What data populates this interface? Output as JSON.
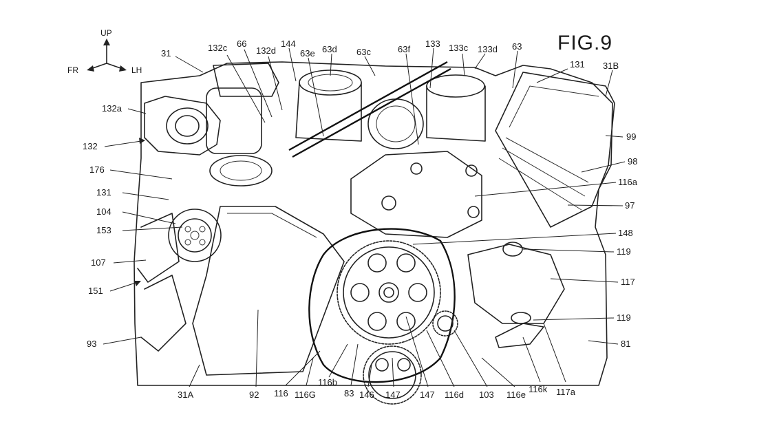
{
  "figure_title": "FIG.9",
  "orientation": {
    "up": "UP",
    "front": "FR",
    "left": "LH"
  },
  "labels": [
    {
      "id": "31",
      "text": "31"
    },
    {
      "id": "132c",
      "text": "132c"
    },
    {
      "id": "66",
      "text": "66"
    },
    {
      "id": "132d",
      "text": "132d"
    },
    {
      "id": "144",
      "text": "144"
    },
    {
      "id": "63e",
      "text": "63e"
    },
    {
      "id": "63d",
      "text": "63d"
    },
    {
      "id": "63c",
      "text": "63c"
    },
    {
      "id": "63f",
      "text": "63f"
    },
    {
      "id": "133",
      "text": "133"
    },
    {
      "id": "133c",
      "text": "133c"
    },
    {
      "id": "133d",
      "text": "133d"
    },
    {
      "id": "63",
      "text": "63"
    },
    {
      "id": "131-top",
      "text": "131"
    },
    {
      "id": "31B",
      "text": "31B"
    },
    {
      "id": "132a",
      "text": "132a"
    },
    {
      "id": "132",
      "text": "132"
    },
    {
      "id": "176",
      "text": "176"
    },
    {
      "id": "131-left",
      "text": "131"
    },
    {
      "id": "104",
      "text": "104"
    },
    {
      "id": "153",
      "text": "153"
    },
    {
      "id": "107",
      "text": "107"
    },
    {
      "id": "151",
      "text": "151"
    },
    {
      "id": "93",
      "text": "93"
    },
    {
      "id": "99",
      "text": "99"
    },
    {
      "id": "98",
      "text": "98"
    },
    {
      "id": "116a",
      "text": "116a"
    },
    {
      "id": "97",
      "text": "97"
    },
    {
      "id": "148",
      "text": "148"
    },
    {
      "id": "119-upper",
      "text": "119"
    },
    {
      "id": "117",
      "text": "117"
    },
    {
      "id": "119-lower",
      "text": "119"
    },
    {
      "id": "81",
      "text": "81"
    },
    {
      "id": "31A",
      "text": "31A"
    },
    {
      "id": "92",
      "text": "92"
    },
    {
      "id": "116",
      "text": "116"
    },
    {
      "id": "116G",
      "text": "116G"
    },
    {
      "id": "116b",
      "text": "116b"
    },
    {
      "id": "83",
      "text": "83"
    },
    {
      "id": "146",
      "text": "146"
    },
    {
      "id": "147-a",
      "text": "147"
    },
    {
      "id": "147-b",
      "text": "147"
    },
    {
      "id": "116d",
      "text": "116d"
    },
    {
      "id": "103",
      "text": "103"
    },
    {
      "id": "116e",
      "text": "116e"
    },
    {
      "id": "116k",
      "text": "116k"
    },
    {
      "id": "117a",
      "text": "117a"
    }
  ]
}
